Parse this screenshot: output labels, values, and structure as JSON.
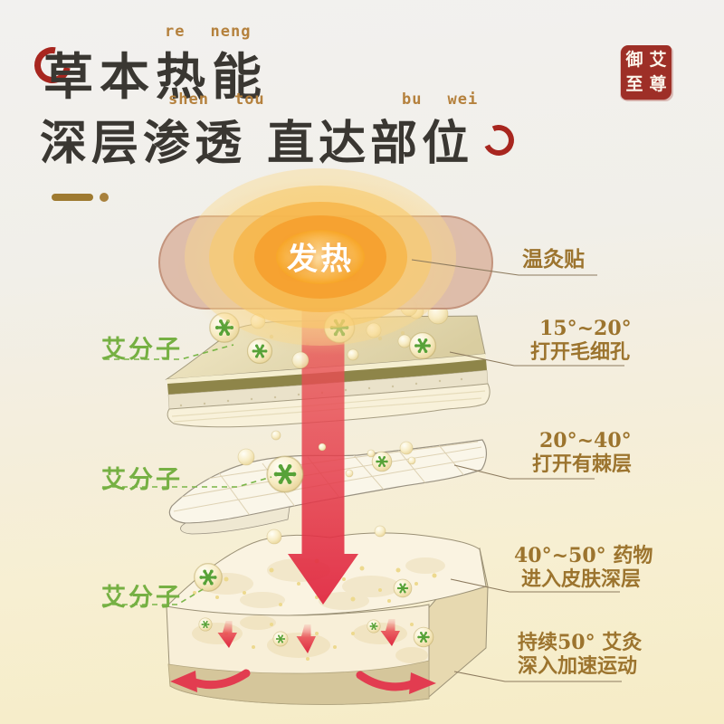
{
  "header": {
    "pinyin_top": [
      "re",
      "neng"
    ],
    "title_line1": "草本热能",
    "pinyin_mid": [
      "shen",
      "tou"
    ],
    "pinyin_right": [
      "bu",
      "wei"
    ],
    "title_line2": "深层渗透 直达部位",
    "seal_chars": [
      "御",
      "艾",
      "至",
      "尊"
    ]
  },
  "decor": {
    "accent_red": "#a8261f",
    "accent_gold": "#a8813c",
    "seal_red": "#9e2f27"
  },
  "diagram": {
    "patch_label": "发热",
    "molecule_labels": [
      "艾分子",
      "艾分子",
      "艾分子"
    ],
    "right_labels": [
      {
        "line1": "温灸贴",
        "line2": ""
      },
      {
        "line1": "15°~20°",
        "line2": "打开毛细孔"
      },
      {
        "line1": "20°~40°",
        "line2": "打开有棘层"
      },
      {
        "line1": "40°~50° 药物",
        "line2": "进入皮肤深层"
      },
      {
        "line1": "持续50° 艾灸",
        "line2": "深入加速运动"
      }
    ],
    "colors": {
      "label_gold": "#9c742e",
      "molecule_green": "#76b043",
      "heat_orange": "#f6a231",
      "arrow_red": "#e23c50",
      "patch_pink": "#dcb9a5"
    }
  }
}
